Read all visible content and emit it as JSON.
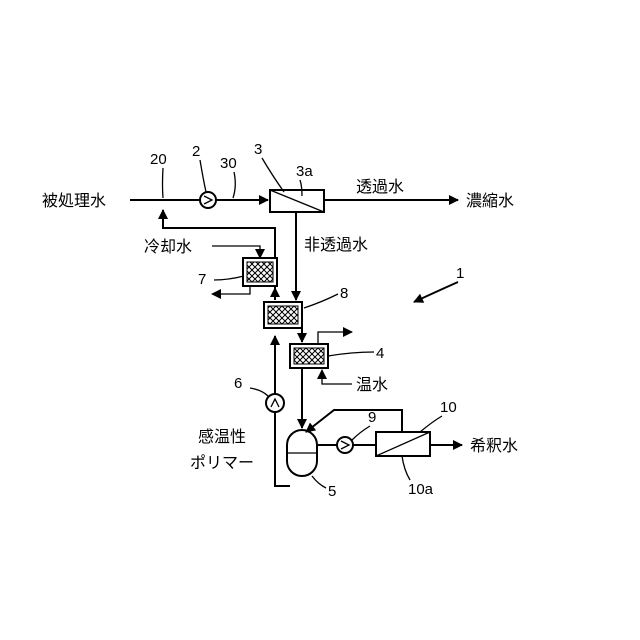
{
  "labels": {
    "feed_water": "被処理水",
    "permeate": "透過水",
    "concentrate": "濃縮水",
    "non_permeate": "非透過水",
    "cooling_water": "冷却水",
    "warm_water": "温水",
    "thermo_polymer_line1": "感温性",
    "thermo_polymer_line2": "ポリマー",
    "diluted_water": "希釈水"
  },
  "refs": {
    "system": "1",
    "pump_feed": "2",
    "membrane_module": "3",
    "membrane": "3a",
    "heat_exchanger_heating": "4",
    "polymer_tank": "5",
    "pump_polymer": "6",
    "heat_exchanger_cooling": "7",
    "heat_exchanger_recovery": "8",
    "pump_dilute": "9",
    "module_dilute": "10",
    "membrane_dilute": "10a",
    "junction": "20",
    "feed_line": "30"
  }
}
